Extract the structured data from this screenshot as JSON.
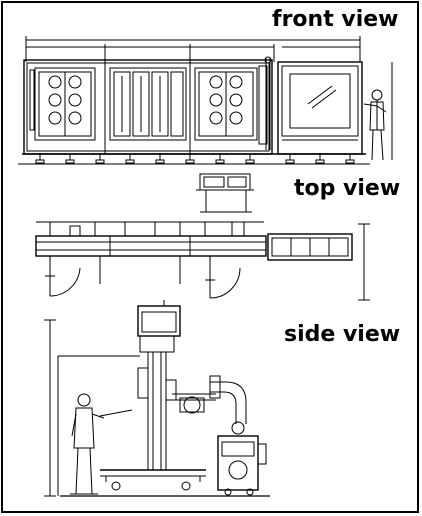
{
  "labels": {
    "front_view": "front view",
    "top_view": "top view",
    "side_view": "side view"
  },
  "colors": {
    "line": "#000000",
    "background": "#ffffff"
  }
}
